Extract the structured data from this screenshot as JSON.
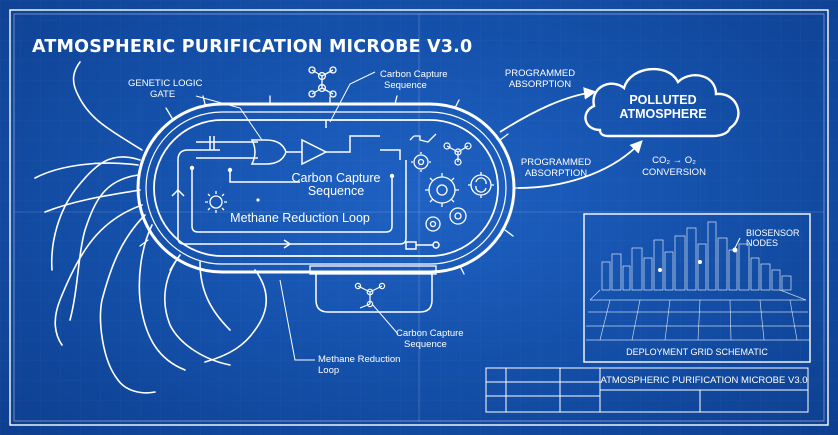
{
  "title": "ATMOSPHERIC PURIFICATION MICROBE V3.0",
  "labels": {
    "genetic_logic_gate": [
      "GENETIC LOGIC",
      "GATE"
    ],
    "carbon_capture_top": [
      "Carbon Capture",
      "Sequence"
    ],
    "carbon_capture_inner": [
      "Carbon Capture",
      "Sequence"
    ],
    "methane_reduction_inner": "Methane Reduction Loop",
    "carbon_capture_bottom": [
      "Carbon Capture",
      "Sequence"
    ],
    "methane_reduction_bottom": [
      "Methane Reduction",
      "Loop"
    ],
    "programmed_absorption_top": [
      "PROGRAMMED",
      "ABSORPTION"
    ],
    "programmed_absorption_mid": [
      "PROGRAMMED",
      "ABSORPTION"
    ],
    "co2_conversion": [
      "CO₂ → O₂",
      "CONVERSION"
    ],
    "biosensor_nodes": [
      "BIOSENSOR",
      "NODES"
    ],
    "deployment_grid": "DEPLOYMENT GRID SCHEMATIC"
  },
  "cloud": {
    "line1": "POLLUTED",
    "line2": "ATMOSPHERE"
  },
  "title_block": {
    "text": "ATMOSPHERIC PURIFICATION MICROBE V3.0"
  },
  "colors": {
    "background": "#1552ad",
    "line": "#ffffff"
  }
}
